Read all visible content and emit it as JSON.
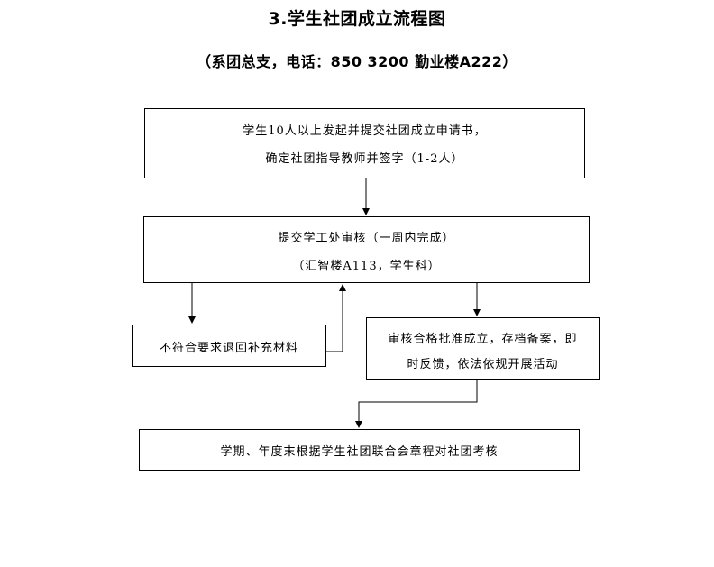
{
  "title": "3.学生社团成立流程图",
  "subtitle": "（系团总支，电话：850 3200 勤业楼A222）",
  "steps": {
    "apply": {
      "line1": "学生10人以上发起并提交社团成立申请书，",
      "line2": "确定社团指导教师并签字（1-2人）"
    },
    "review": {
      "line1": "提交学工处审核（一周内完成）",
      "line2": "（汇智楼A113，学生科）"
    },
    "reject": {
      "line1": "不符合要求退回补充材料"
    },
    "approve": {
      "line1": "审核合格批准成立，存档备案，即",
      "line2": "时反馈，依法依规开展活动"
    },
    "assess": {
      "line1": "学期、年度末根据学生社团联合会章程对社团考核"
    }
  }
}
